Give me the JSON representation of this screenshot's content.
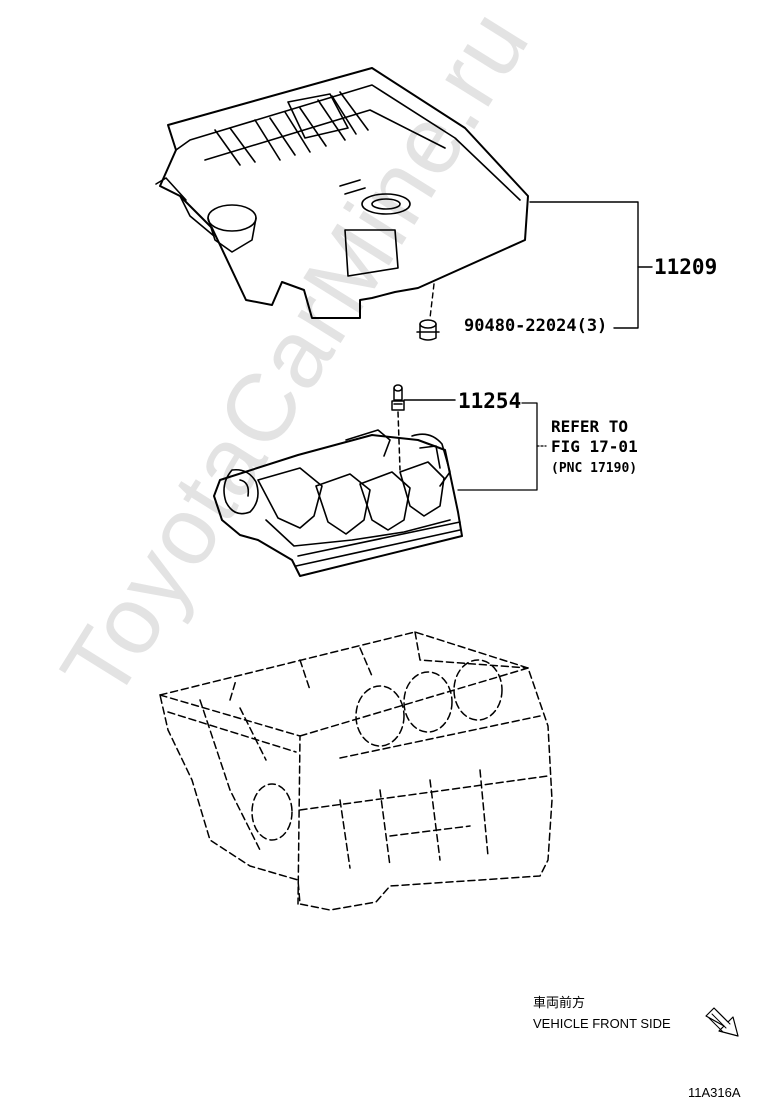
{
  "watermark": "ToyotaCarMine.ru",
  "parts": {
    "engine_cover": {
      "number": "11209"
    },
    "cover_clip": {
      "number": "90480-22024(3)"
    },
    "manifold_stud": {
      "number": "11254"
    }
  },
  "reference": {
    "line1": "REFER TO",
    "line2": "FIG 17-01",
    "line3": "(PNC 17190)"
  },
  "orientation": {
    "label_jp": "車両前方",
    "label_en": "VEHICLE FRONT SIDE",
    "arrow_icon": "front-direction-arrow-icon"
  },
  "figure_id": "11A316A"
}
